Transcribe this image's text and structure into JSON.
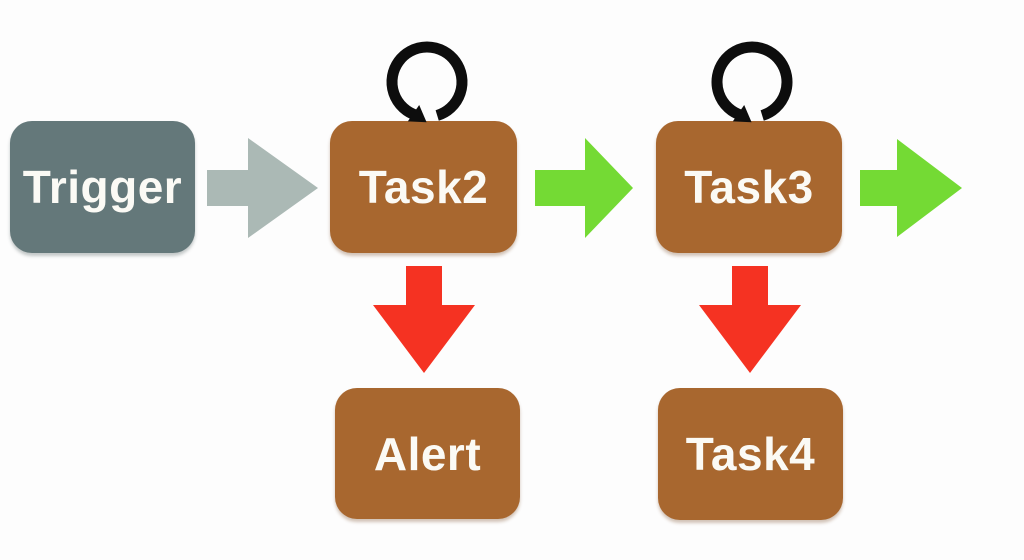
{
  "diagram_title": "workflow-diagram",
  "colors": {
    "background": "#fdfdfd",
    "trigger_fill": "#64787a",
    "task_fill": "#a8672f",
    "label_text": "#fbfaf5",
    "gray_arrow": "#abb9b5",
    "green_arrow": "#74da34",
    "red_arrow": "#f53222",
    "loop_icon": "#0d0d0d"
  },
  "nodes": {
    "trigger": {
      "label": "Trigger",
      "type": "trigger",
      "has_self_loop": false
    },
    "task2": {
      "label": "Task2",
      "type": "task",
      "has_self_loop": true
    },
    "task3": {
      "label": "Task3",
      "type": "task",
      "has_self_loop": true
    },
    "alert": {
      "label": "Alert",
      "type": "task",
      "has_self_loop": false
    },
    "task4": {
      "label": "Task4",
      "type": "task",
      "has_self_loop": false
    }
  },
  "edges": [
    {
      "from": "Trigger",
      "to": "Task2",
      "direction": "right",
      "color": "#abb9b5"
    },
    {
      "from": "Task2",
      "to": "Task3",
      "direction": "right",
      "color": "#74da34"
    },
    {
      "from": "Task3",
      "to": "",
      "direction": "right",
      "color": "#74da34"
    },
    {
      "from": "Task2",
      "to": "Alert",
      "direction": "down",
      "color": "#f53222"
    },
    {
      "from": "Task3",
      "to": "Task4",
      "direction": "down",
      "color": "#f53222"
    },
    {
      "from": "Task2",
      "to": "Task2",
      "direction": "self-loop",
      "color": "#0d0d0d"
    },
    {
      "from": "Task3",
      "to": "Task3",
      "direction": "self-loop",
      "color": "#0d0d0d"
    }
  ]
}
